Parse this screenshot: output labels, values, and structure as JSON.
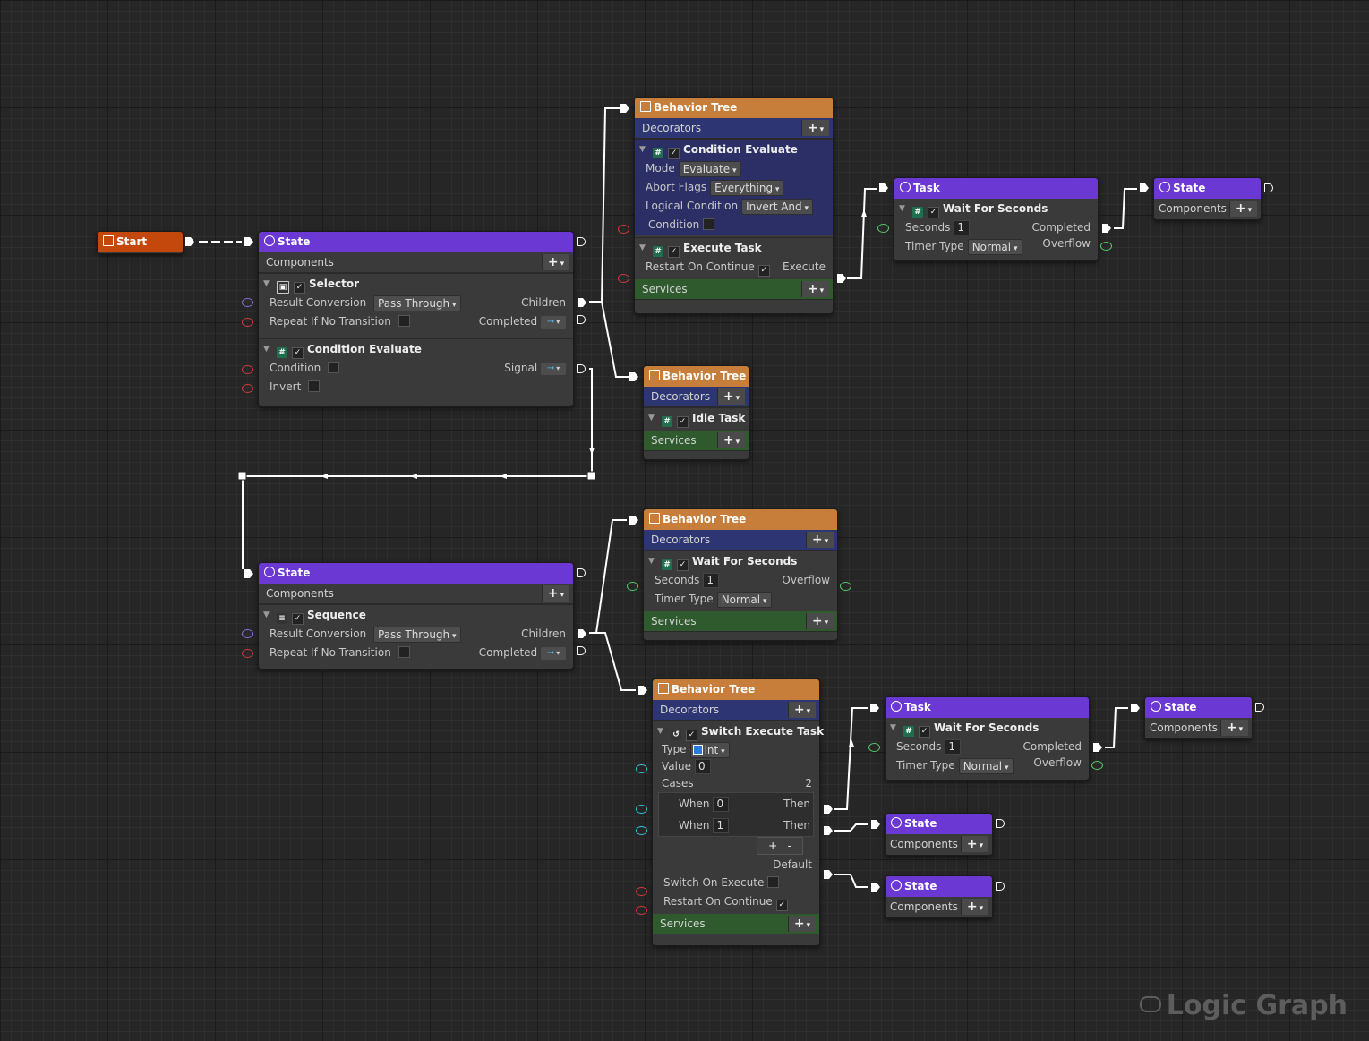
{
  "wires_color": "#ffffff",
  "start": {
    "title": "Start"
  },
  "state1": {
    "title": "State",
    "components_label": "Components",
    "selector": {
      "title": "Selector",
      "result_conversion_label": "Result Conversion",
      "result_conversion_value": "Pass Through",
      "children_label": "Children",
      "repeat_label": "Repeat If No Transition",
      "completed_label": "Completed"
    },
    "condition_evaluate": {
      "title": "Condition Evaluate",
      "condition_label": "Condition",
      "signal_label": "Signal",
      "invert_label": "Invert"
    }
  },
  "bt1": {
    "title": "Behavior Tree",
    "decorators_label": "Decorators",
    "cond_eval": {
      "title": "Condition Evaluate",
      "mode_label": "Mode",
      "mode_value": "Evaluate",
      "abort_label": "Abort Flags",
      "abort_value": "Everything",
      "logical_label": "Logical Condition",
      "logical_value": "Invert  And",
      "condition_label": "Condition"
    },
    "execute_task": {
      "title": "Execute Task",
      "restart_label": "Restart On Continue",
      "execute_label": "Execute"
    },
    "services_label": "Services"
  },
  "task1": {
    "title": "Task",
    "wait_title": "Wait For Seconds",
    "seconds_label": "Seconds",
    "seconds_value": "1",
    "completed_label": "Completed",
    "timer_label": "Timer Type",
    "timer_value": "Normal",
    "overflow_label": "Overflow"
  },
  "state_r1": {
    "title": "State",
    "components_label": "Components"
  },
  "bt2": {
    "title": "Behavior Tree",
    "decorators_label": "Decorators",
    "idle_title": "Idle Task",
    "services_label": "Services"
  },
  "state2": {
    "title": "State",
    "components_label": "Components",
    "sequence": {
      "title": "Sequence",
      "result_conversion_label": "Result Conversion",
      "result_conversion_value": "Pass Through",
      "children_label": "Children",
      "repeat_label": "Repeat If No Transition",
      "completed_label": "Completed"
    }
  },
  "bt3": {
    "title": "Behavior Tree",
    "decorators_label": "Decorators",
    "wait_title": "Wait For Seconds",
    "seconds_label": "Seconds",
    "seconds_value": "1",
    "overflow_label": "Overflow",
    "timer_label": "Timer Type",
    "timer_value": "Normal",
    "services_label": "Services"
  },
  "bt4": {
    "title": "Behavior Tree",
    "decorators_label": "Decorators",
    "switch": {
      "title": "Switch Execute Task",
      "type_label": "Type",
      "type_value": "int",
      "value_label": "Value",
      "value_value": "0",
      "cases_label": "Cases",
      "cases_count": "2",
      "cases": [
        {
          "when_label": "When",
          "when_value": "0",
          "then_label": "Then"
        },
        {
          "when_label": "When",
          "when_value": "1",
          "then_label": "Then"
        }
      ],
      "plus": "+",
      "minus": "-",
      "default_label": "Default",
      "switch_on_execute_label": "Switch On Execute",
      "restart_label": "Restart On Continue"
    },
    "services_label": "Services"
  },
  "task2": {
    "title": "Task",
    "wait_title": "Wait For Seconds",
    "seconds_label": "Seconds",
    "seconds_value": "1",
    "completed_label": "Completed",
    "timer_label": "Timer Type",
    "timer_value": "Normal",
    "overflow_label": "Overflow"
  },
  "state_r2": {
    "title": "State",
    "components_label": "Components"
  },
  "state_c1": {
    "title": "State",
    "components_label": "Components"
  },
  "state_c2": {
    "title": "State",
    "components_label": "Components"
  },
  "brand": "Logic Graph"
}
